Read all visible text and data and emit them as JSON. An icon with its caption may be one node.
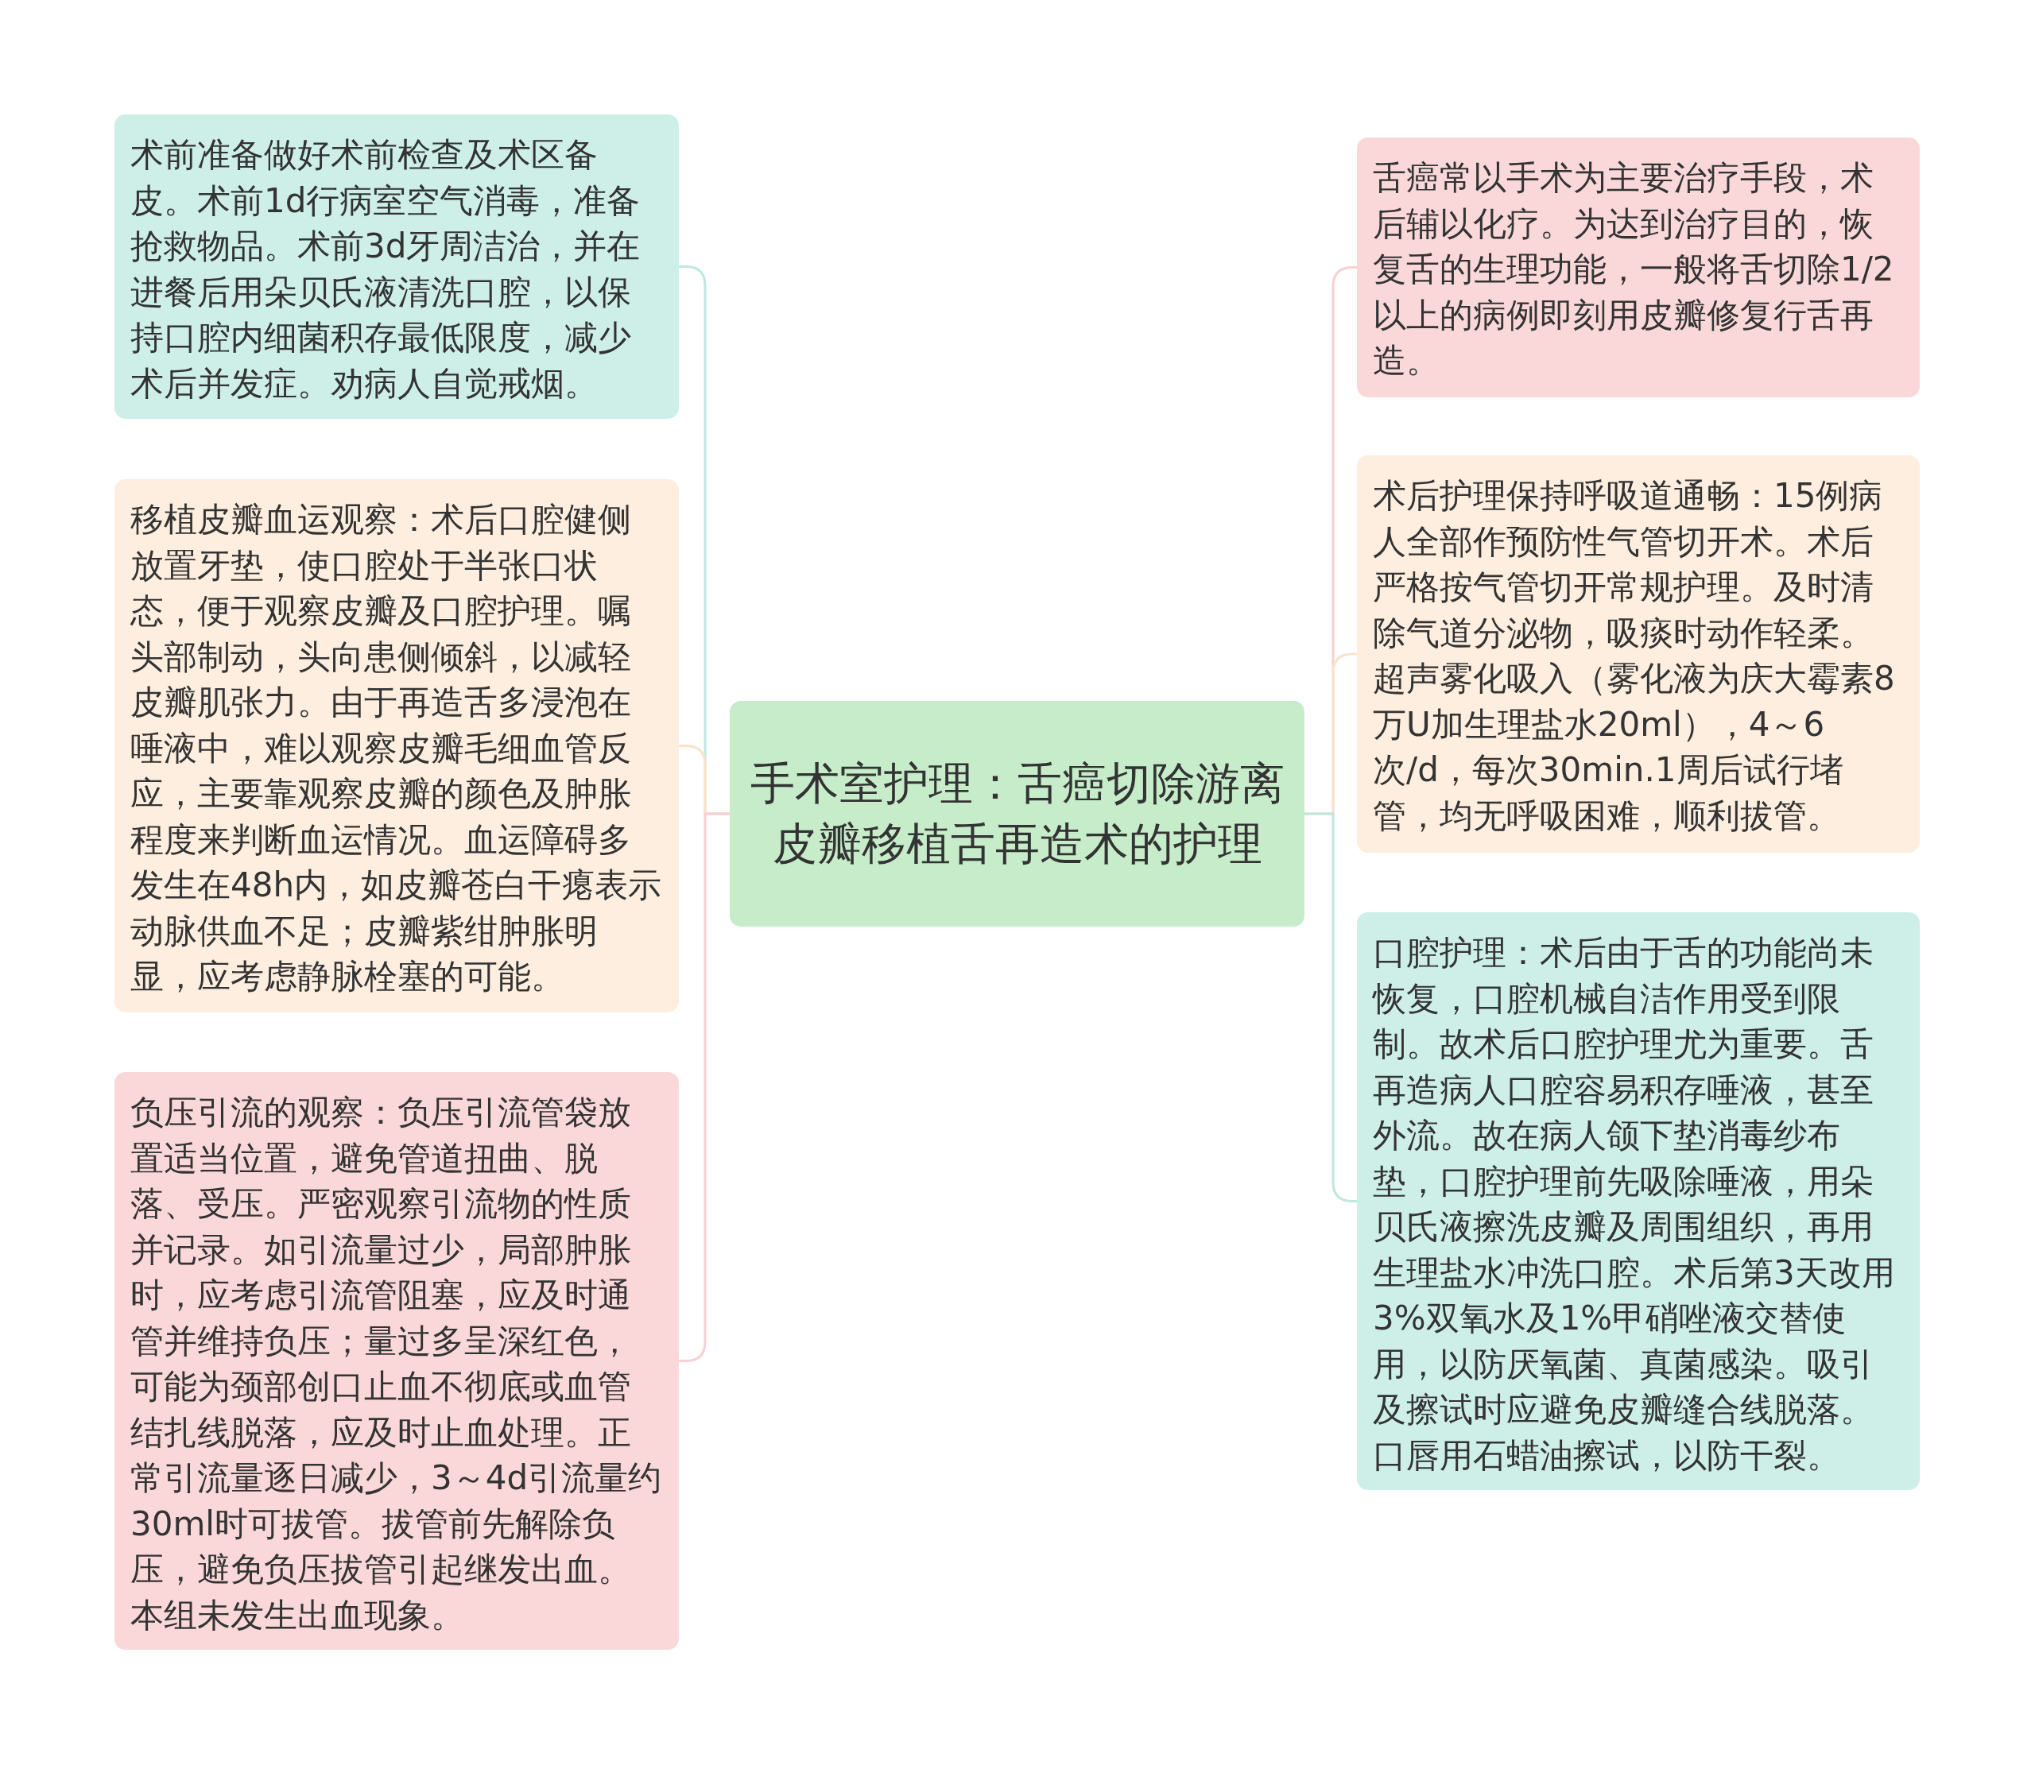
{
  "diagram": {
    "nodes": [
      {
        "text": [
          "手术室护理：舌癌切除游离皮瓣移植舌再造术的护理"
        ]
      },
      {
        "text": [
          "术前准备做好术前检查及术区备皮。术前1d行病室空气消毒，准备抢救物品。术前3d牙周洁治，并在进餐后用朵贝氏液清洗口腔，以保持口腔内细菌积存最低限度，减少术后并发症。劝病人自觉戒烟。"
        ]
      },
      {
        "text": [
          "移植皮瓣血运观察：术后口腔健侧放置牙垫，使口腔处于半张口状态，便于观察皮瓣及口腔护理。嘱头部制动，头向患侧倾斜，以减轻皮瓣肌张力。由于再造舌多浸泡在唾液中，难以观察皮瓣毛细血管反应，主要靠观察皮瓣的颜色及肿胀程度来判断血运情况。血运障碍多发生在48h内，如皮瓣苍白干瘪表示动脉供血不足；皮瓣紫绀肿胀明显，应考虑静脉栓塞的可能。"
        ]
      },
      {
        "text": [
          "负压引流的观察：负压引流管袋放置适当位置，避免管道扭曲、脱落、受压。严密观察引流物的性质并记录。如引流量过少，局部肿胀时，应考虑引流管阻塞，应及时通管并维持负压；量过多呈深红色，可能为颈部创口止血不彻底或血管结扎线脱落，应及时止血处理。正常引流量逐日减少，3～4d引流量约30ml时可拔管。拔管前先解除负压，避免负压拔管引起继发出血。本组未发生出血现象。"
        ]
      },
      {
        "text": [
          "舌癌常以手术为主要治疗手段，术后辅以化疗。为达到治疗目的，恢复舌的生理功能，一般将舌切除1/2以上的病例即刻用皮瓣修复行舌再造。"
        ]
      },
      {
        "text": [
          "术后护理保持呼吸道通畅：15例病人全部作预防性气管切开术。术后严格按气管切开常规护理。及时清除气道分泌物，吸痰时动作轻柔。超声雾化吸入（雾化液为庆大霉素8万U加生理盐水20ml），4～6次/d，每次30min.1周后试行堵管，均无呼吸困难，顺利拔管。"
        ]
      },
      {
        "text": [
          "口腔护理：术后由于舌的功能尚未恢复，口腔机械自洁作用受到限制。故术后口腔护理尤为重要。舌再造病人口腔容易积存唾液，甚至外流。故在病人颌下垫消毒纱布垫，口腔护理前先吸除唾液，用朵贝氏液擦洗皮瓣及周围组织，再用生理盐水冲洗口腔。术后第3天改用3%双氧水及1%甲硝唑液交替使用，以防厌氧菌、真菌感染。吸引及擦试时应避免皮瓣缝合线脱落。口唇用石蜡油擦试，以防干裂。"
        ]
      }
    ],
    "edges": [
      {
        "from": 0,
        "to": 1,
        "arrow": "none",
        "color": "#bfe8df"
      },
      {
        "from": 0,
        "to": 2,
        "arrow": "none",
        "color": "#fbe3cb"
      },
      {
        "from": 0,
        "to": 3,
        "arrow": "none",
        "color": "#f8d0d2"
      },
      {
        "from": 0,
        "to": 4,
        "arrow": "none",
        "color": "#f8d0d2"
      },
      {
        "from": 0,
        "to": 5,
        "arrow": "none",
        "color": "#fbe3cb"
      },
      {
        "from": 0,
        "to": 6,
        "arrow": "none",
        "color": "#bfe8df"
      }
    ]
  }
}
